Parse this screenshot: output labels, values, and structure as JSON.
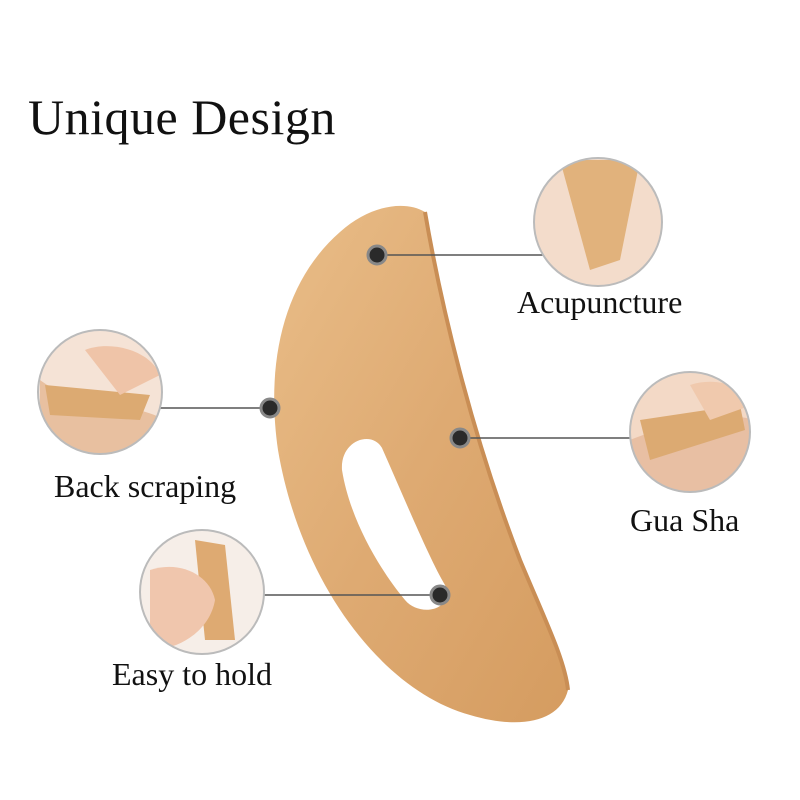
{
  "title": "Unique Design",
  "features": [
    {
      "label": "Acupuncture",
      "icon": "acupuncture-photo-icon"
    },
    {
      "label": "Back scraping",
      "icon": "back-scraping-photo-icon"
    },
    {
      "label": "Gua Sha",
      "icon": "gua-sha-photo-icon"
    },
    {
      "label": "Easy to hold",
      "icon": "hand-grip-photo-icon"
    }
  ],
  "colors": {
    "wood": "#e2b27c",
    "wood_dark": "#c98e55",
    "skin": "#f2d3bf",
    "dot": "#2a2a2a"
  }
}
